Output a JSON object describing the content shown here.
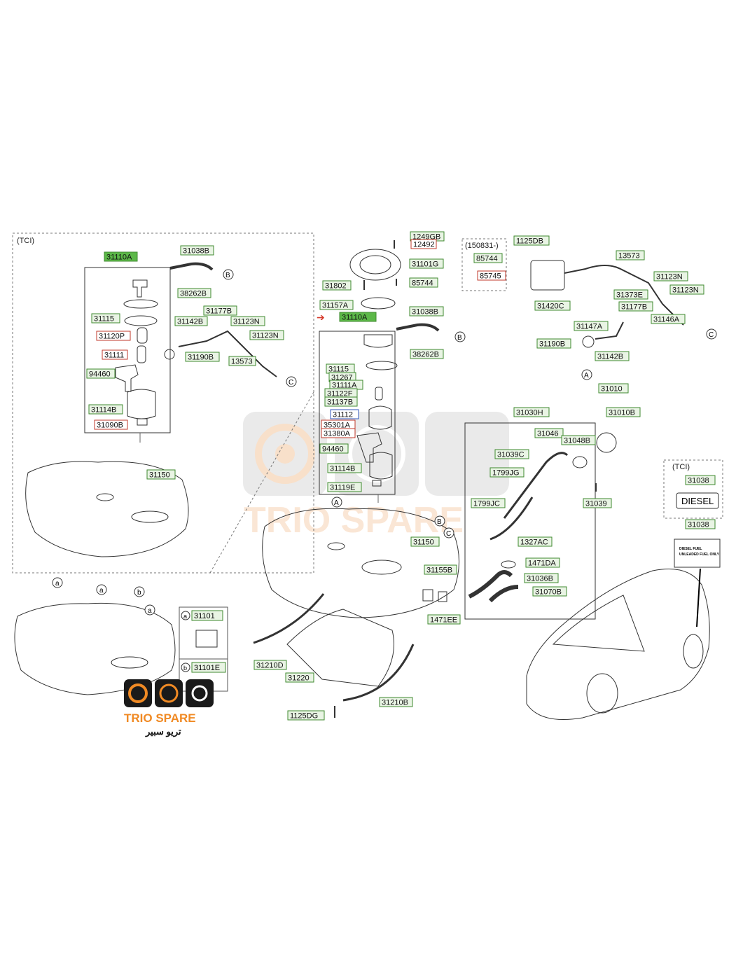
{
  "diagram": {
    "variant_left": "(TCI)",
    "variant_right": "(TCI)",
    "date_note": "(150831-)",
    "diesel_badge": "DIESEL",
    "fuel_label_lines": [
      "DIESEL FUEL",
      "UNLEADED FUEL ONLY"
    ],
    "refs": {
      "A": "A",
      "B": "B",
      "C": "C",
      "a": "a",
      "b": "b"
    }
  },
  "legend": {
    "a_part": "31101",
    "b_part": "31101E"
  },
  "labels": {
    "L1": "31110A",
    "L2": "31038B",
    "L3": "38262B",
    "L4": "31115",
    "L5": "31120P",
    "L6": "31111",
    "L7": "94460",
    "L8": "31114B",
    "L9": "31090B",
    "L10": "31177B",
    "L11": "31142B",
    "L12": "31123N",
    "L13": "31123N",
    "L14": "31190B",
    "L15": "13573",
    "L16": "31150",
    "C1": "1249GB",
    "C2": "12492",
    "C3": "31101G",
    "C4": "31802",
    "C5": "85744",
    "C6": "31157A",
    "C7": "31110A",
    "C8": "31038B",
    "C9": "38262B",
    "C10": "31115",
    "C11": "31267",
    "C12": "31111A",
    "C13": "31122F",
    "C14": "31137B",
    "C15": "31112",
    "C16": "35301A",
    "C17": "31380A",
    "C18": "94460",
    "C19": "31114B",
    "C20": "31119E",
    "C21": "31150",
    "C22": "31155B",
    "C23": "1471EE",
    "C24": "31210D",
    "C25": "31220",
    "C26": "31210B",
    "C27": "1125DG",
    "R1": "85744",
    "R2": "85745",
    "R3": "1125DB",
    "R4": "31420C",
    "R5": "13573",
    "R6": "31373E",
    "R7": "31123N",
    "R8": "31123N",
    "R9": "31177B",
    "R10": "31146A",
    "R11": "31147A",
    "R12": "31190B",
    "R13": "31142B",
    "R14": "31010",
    "R15": "31010B",
    "R16": "31030H",
    "R17": "31046",
    "R18": "31048B",
    "R19": "31039C",
    "R20": "1799JG",
    "R21": "31039",
    "R22": "1799JC",
    "R23": "1327AC",
    "R24": "1471DA",
    "R25": "31036B",
    "R26": "31070B",
    "R27": "31038",
    "R28": "31038"
  },
  "watermark": {
    "brand": "TRIO SPARE",
    "arabic": "تريو سبير"
  },
  "colors": {
    "green_fill": "#e9f4e4",
    "green_stroke": "#3f8a2f",
    "green_highlight": "#5cb848",
    "red_stroke": "#c0392b",
    "blue_stroke": "#2f56b8",
    "brand_orange": "#f08a24",
    "line": "#3c3c3c",
    "watermark_gray": "#dcdcdc"
  }
}
